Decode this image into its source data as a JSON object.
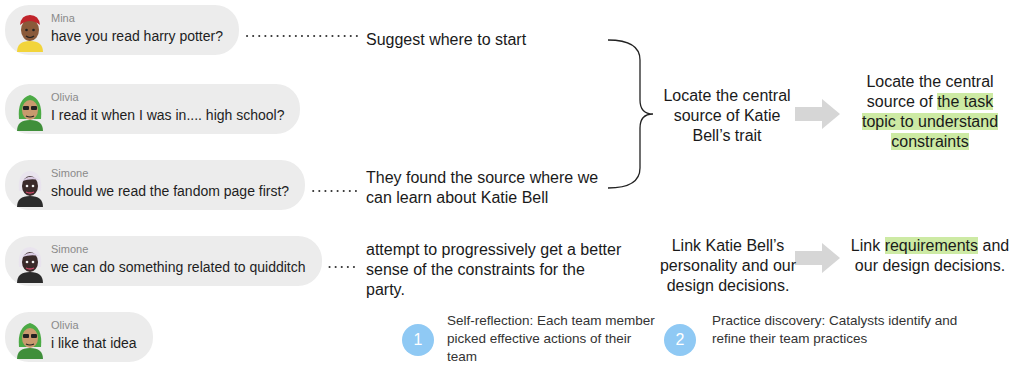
{
  "diagram": {
    "nodes": [
      {
        "text": [
          "Mina",
          "have you read harry potter?"
        ]
      },
      {
        "text": [
          "Olivia",
          "I read it when I was in.... high school?"
        ]
      },
      {
        "text": [
          "Simone",
          "should we read the fandom page first?"
        ]
      },
      {
        "text": [
          "Simone",
          "we can do something related to quidditch"
        ]
      },
      {
        "text": [
          "Olivia",
          "i like that idea"
        ]
      },
      {
        "text": [
          "1"
        ]
      },
      {
        "text": [
          "2"
        ]
      }
    ],
    "labels": [
      "Suggest where to start",
      "They found the source where we can learn about Katie Bell",
      "attempt to progressively get a better sense of the constraints for the party.",
      "Locate the central source of Katie Bell’s trait",
      "Locate the central source of",
      "the task topic to understand constraints",
      "Link Katie Bell’s personality and our design decisions.",
      "Link",
      "requirements",
      "and our design decisions.",
      "Self-reflection: Each team member picked effective actions of their team",
      "Practice discovery: Catalysts identify and refine their team practices"
    ]
  }
}
